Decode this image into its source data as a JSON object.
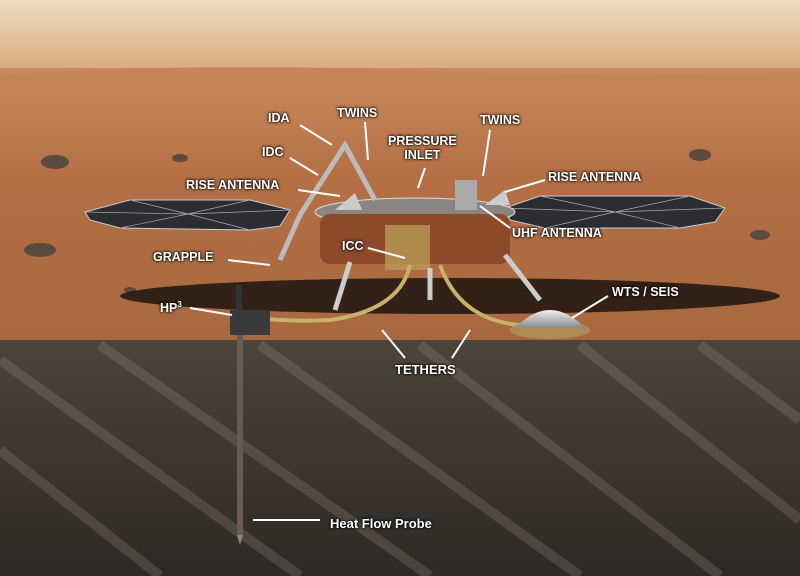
{
  "labels": {
    "ida": "IDA",
    "twins_left": "TWINS",
    "pressure_inlet_1": "PRESSURE",
    "pressure_inlet_2": "INLET",
    "twins_right": "TWINS",
    "idc": "IDC",
    "rise_antenna_left": "RISE ANTENNA",
    "rise_antenna_right": "RISE ANTENNA",
    "uhf_antenna": "UHF ANTENNA",
    "icc": "ICC",
    "grapple": "GRAPPLE",
    "hp3": "HP",
    "hp3_sup": "3",
    "wts_seis": "WTS / SEIS",
    "tethers": "TETHERS",
    "heat_flow_probe": "Heat Flow Probe"
  },
  "colors": {
    "sky": "#e6cfa8",
    "ground": "#b9754a",
    "subsurface": "#3c352f",
    "label": "#ffffff"
  }
}
